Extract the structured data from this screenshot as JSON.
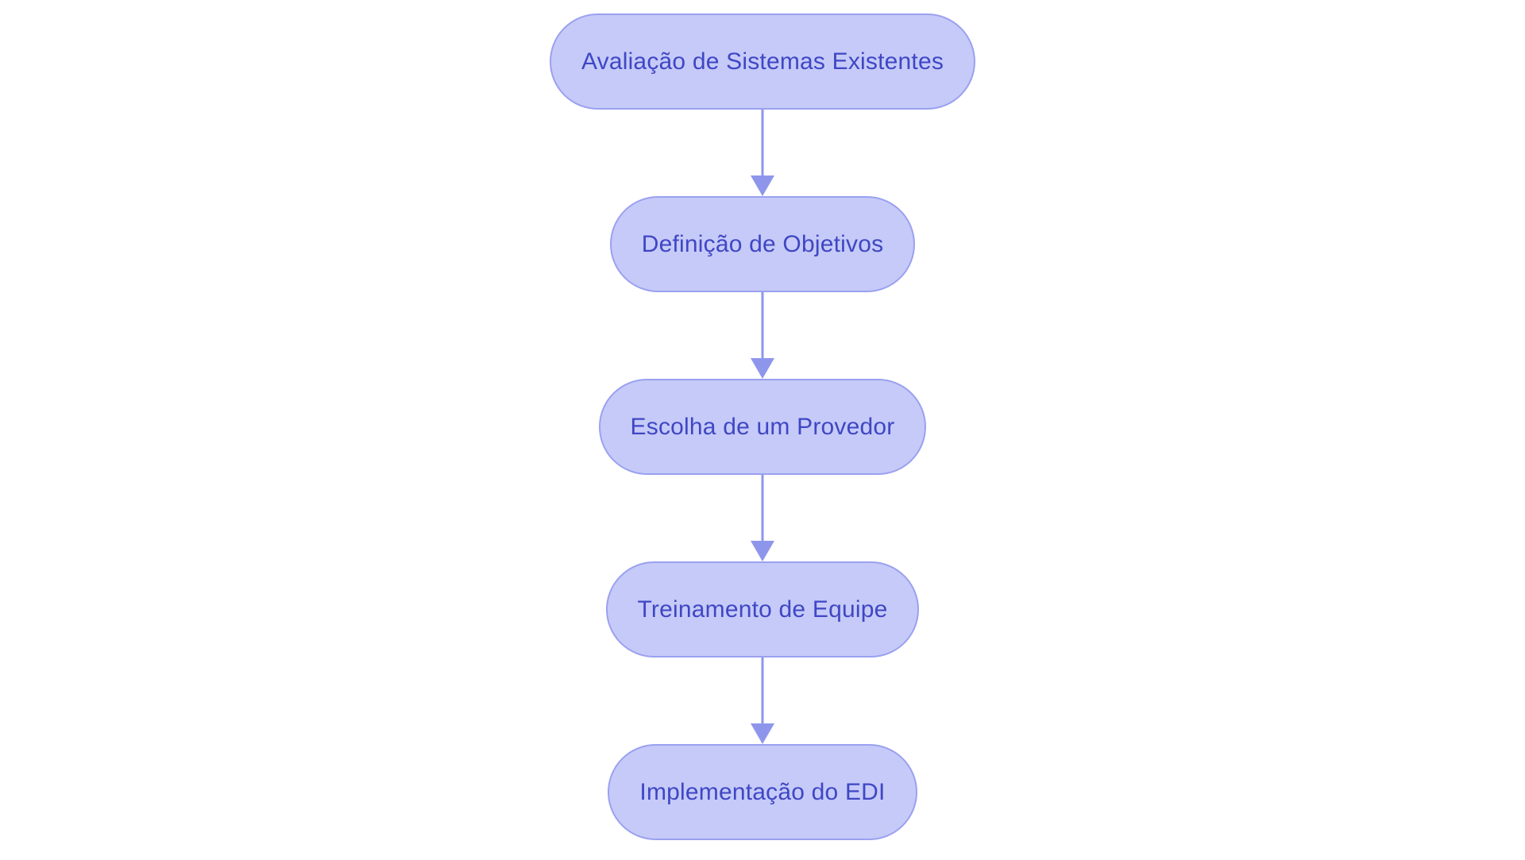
{
  "diagram": {
    "type": "flowchart-vertical",
    "background_color": "#ffffff",
    "node_fill_color": "#c6caf8",
    "node_border_color": "#9aa1f0",
    "node_text_color": "#3f47c4",
    "arrow_color": "#8e96ec",
    "steps": [
      {
        "label": "Avaliação de Sistemas Existentes"
      },
      {
        "label": "Definição de Objetivos"
      },
      {
        "label": "Escolha de um Provedor"
      },
      {
        "label": "Treinamento de Equipe"
      },
      {
        "label": "Implementação do EDI"
      }
    ]
  }
}
